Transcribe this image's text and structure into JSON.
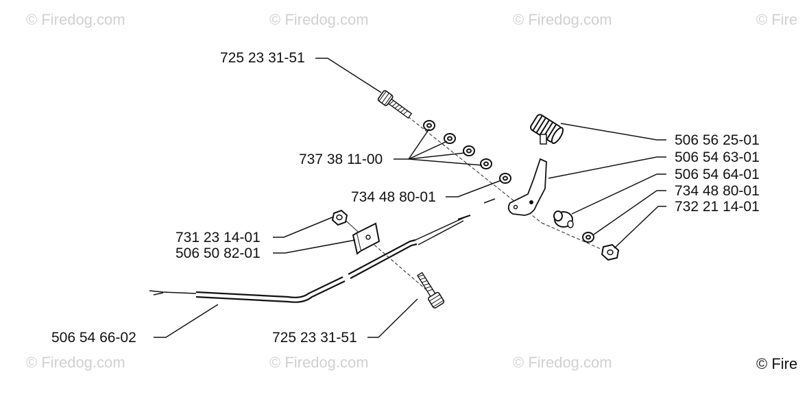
{
  "watermarks": [
    "© Firedog.com",
    "© Firedog.com",
    "© Firedog.com",
    "© Fire",
    "© Firedog.com",
    "© Firedog.com",
    "© Firedog.com",
    "© Fire"
  ],
  "part_labels": [
    "725 23 31-51",
    "737 38 11-00",
    "734 48 80-01",
    "731 23 14-01",
    "506 50 82-01",
    "506 54 66-02",
    "725 23 31-51",
    "506 56 25-01",
    "506 54 63-01",
    "506 54 64-01",
    "734 48 80-01",
    "732 21 14-01"
  ]
}
